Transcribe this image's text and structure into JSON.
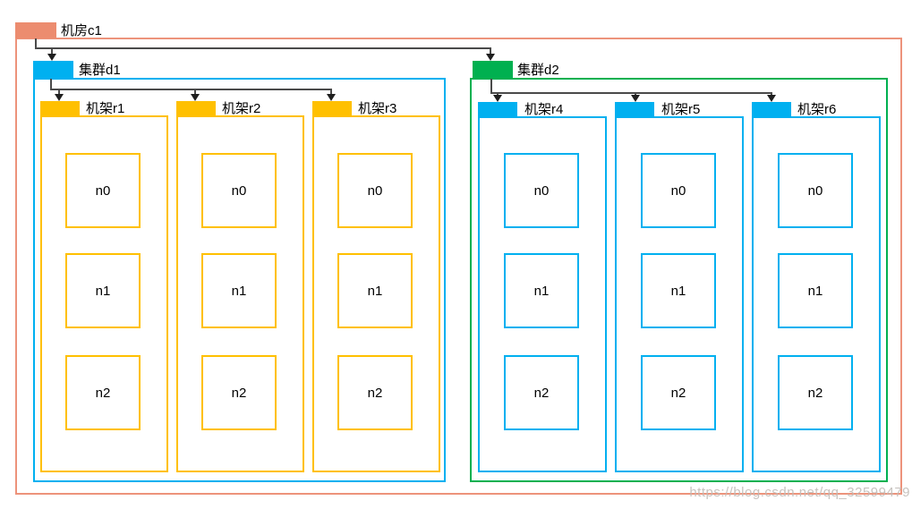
{
  "datacenter": {
    "label": "机房c1"
  },
  "clusters": [
    {
      "label": "集群d1",
      "racks": [
        {
          "label": "机架r1",
          "nodes": [
            "n0",
            "n1",
            "n2"
          ]
        },
        {
          "label": "机架r2",
          "nodes": [
            "n0",
            "n1",
            "n2"
          ]
        },
        {
          "label": "机架r3",
          "nodes": [
            "n0",
            "n1",
            "n2"
          ]
        }
      ]
    },
    {
      "label": "集群d2",
      "racks": [
        {
          "label": "机架r4",
          "nodes": [
            "n0",
            "n1",
            "n2"
          ]
        },
        {
          "label": "机架r5",
          "nodes": [
            "n0",
            "n1",
            "n2"
          ]
        },
        {
          "label": "机架r6",
          "nodes": [
            "n0",
            "n1",
            "n2"
          ]
        }
      ]
    }
  ],
  "colors": {
    "datacenter": "#EC8C6F",
    "cluster_d1": "#00B0F0",
    "cluster_d2": "#00B050",
    "rack_d1": "#FFC000",
    "rack_d2": "#00B0F0",
    "connector": "#4A4A4A"
  },
  "watermark": {
    "text": "https://blog.csdn.net/qq_32599479"
  }
}
